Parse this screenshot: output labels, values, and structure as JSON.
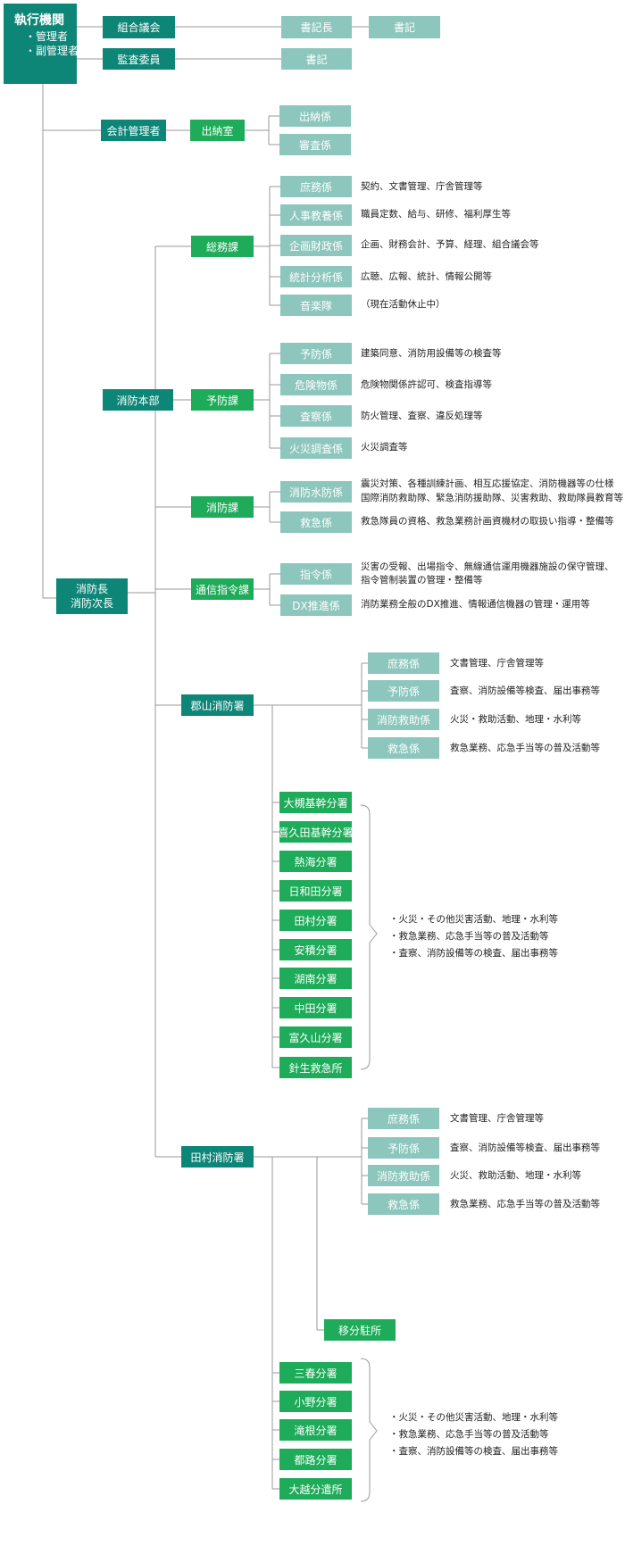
{
  "root": {
    "title": "執行機関",
    "sub1": "・管理者",
    "sub2": "・副管理者"
  },
  "top": {
    "kumiai": "組合議会",
    "shokichou": "書記長",
    "shoki1": "書記",
    "kansa": "監査委員",
    "shoki2": "書記"
  },
  "kaikei": {
    "label": "会計管理者",
    "suitou_shitsu": "出納室",
    "suitou_kakari": "出納係",
    "shinsa": "審査係"
  },
  "chief": {
    "line1": "消防長",
    "line2": "消防次長"
  },
  "honbu": {
    "label": "消防本部",
    "soumu": {
      "label": "総務課",
      "items": [
        {
          "name": "庶務係",
          "desc": "契約、文書管理、庁舎管理等"
        },
        {
          "name": "人事教養係",
          "desc": "職員定数、給与、研修、福利厚生等"
        },
        {
          "name": "企画財政係",
          "desc": "企画、財務会計、予算、経理、組合議会等"
        },
        {
          "name": "統計分析係",
          "desc": "広聴、広報、統計、情報公開等"
        },
        {
          "name": "音楽隊",
          "desc": "（現在活動休止中）"
        }
      ]
    },
    "yobou": {
      "label": "予防課",
      "items": [
        {
          "name": "予防係",
          "desc": "建築同意、消防用設備等の検査等"
        },
        {
          "name": "危険物係",
          "desc": "危険物関係許認可、検査指導等"
        },
        {
          "name": "査察係",
          "desc": "防火管理、査察、違反処理等"
        },
        {
          "name": "火災調査係",
          "desc": "火災調査等"
        }
      ]
    },
    "shoubou": {
      "label": "消防課",
      "items": [
        {
          "name": "消防水防係",
          "desc1": "震災対策、各種訓練計画、相互応援協定、消防機器等の仕様",
          "desc2": "国際消防救助隊、緊急消防援助隊、災害救助、救助隊員教育等"
        },
        {
          "name": "救急係",
          "desc1": "救急隊員の資格、救急業務計画資機材の取扱い指導・整備等"
        }
      ]
    },
    "tsuushin": {
      "label": "通信指令課",
      "items": [
        {
          "name": "指令係",
          "desc1": "災害の受報、出場指令、無線通信運用機器施設の保守管理、",
          "desc2": "指令管制装置の管理・整備等"
        },
        {
          "name": "DX推進係",
          "desc1": "消防業務全般のDX推進、情報通信機器の管理・運用等"
        }
      ]
    }
  },
  "koriyama": {
    "label": "郡山消防署",
    "items": [
      {
        "name": "庶務係",
        "desc": "文書管理、庁舎管理等"
      },
      {
        "name": "予防係",
        "desc": "査察、消防設備等検査、届出事務等"
      },
      {
        "name": "消防救助係",
        "desc": "火災・救助活動、地理・水利等"
      },
      {
        "name": "救急係",
        "desc": "救急業務、応急手当等の普及活動等"
      }
    ],
    "branches": [
      "大槻基幹分署",
      "喜久田基幹分署",
      "熱海分署",
      "日和田分署",
      "田村分署",
      "安積分署",
      "湖南分署",
      "中田分署",
      "富久山分署",
      "針生救急所"
    ],
    "branch_notes": [
      "・火災・その他災害活動、地理・水利等",
      "・救急業務、応急手当等の普及活動等",
      "・査察、消防設備等の検査、届出事務等"
    ]
  },
  "tamura": {
    "label": "田村消防署",
    "items": [
      {
        "name": "庶務係",
        "desc": "文書管理、庁舎管理等"
      },
      {
        "name": "予防係",
        "desc": "査察、消防設備等検査、届出事務等"
      },
      {
        "name": "消防救助係",
        "desc": "火災、救助活動、地理・水利等"
      },
      {
        "name": "救急係",
        "desc": "救急業務、応急手当等の普及活動等"
      }
    ],
    "ibunchuusho": "移分駐所",
    "branches": [
      "三春分署",
      "小野分署",
      "滝根分署",
      "都路分署",
      "大越分遣所"
    ],
    "branch_notes": [
      "・火災・その他災害活動、地理・水利等",
      "・救急業務、応急手当等の普及活動等",
      "・査察、消防設備等の検査、届出事務等"
    ]
  },
  "colors": {
    "dark": "#0d8577",
    "green": "#1eab5a",
    "light": "#8cc6bc",
    "line": "#9a9a9a"
  }
}
